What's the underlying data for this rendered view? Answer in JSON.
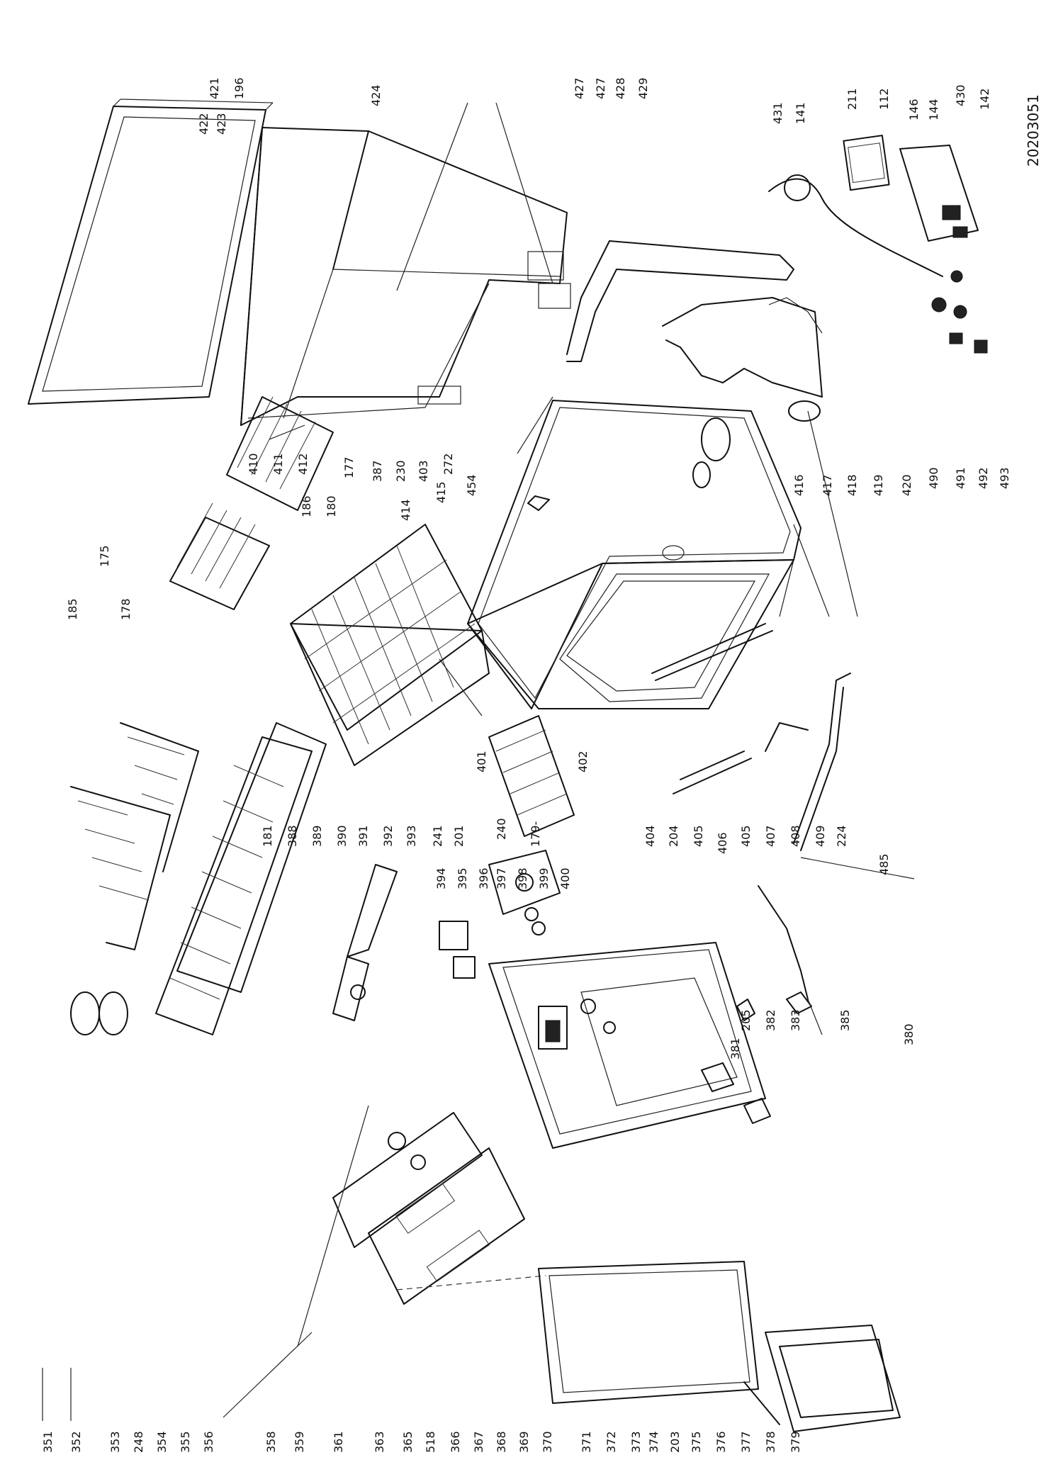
{
  "document_number": "20203051",
  "part_numbers": {
    "p351": "351",
    "p352": "352",
    "p353": "353",
    "p248": "248",
    "p354": "354",
    "p355": "355",
    "p356": "356",
    "p358": "358",
    "p359": "359",
    "p361": "361",
    "p363": "363",
    "p365": "365",
    "p518": "518",
    "p366": "366",
    "p367": "367",
    "p368": "368",
    "p369": "369",
    "p370": "370",
    "p371": "371",
    "p372": "372",
    "p373": "373",
    "p374": "374",
    "p203": "203",
    "p375": "375",
    "p376": "376",
    "p377": "377",
    "p378": "378",
    "p379": "379",
    "p380": "380",
    "p381": "381",
    "p382": "382",
    "p383": "383",
    "p385": "385",
    "p205": "205",
    "p181": "181",
    "p388": "388",
    "p389": "389",
    "p390": "390",
    "p391": "391",
    "p392": "392",
    "p393": "393",
    "p241": "241",
    "p394": "394",
    "p395": "395",
    "p396": "396",
    "p397": "397",
    "p398": "398",
    "p399": "399",
    "p400": "400",
    "p201": "201",
    "p240": "240",
    "p179": "179-",
    "p401": "401",
    "p402": "402",
    "p404": "404",
    "p204": "204",
    "p405a": "405",
    "p406": "406",
    "p405b": "405",
    "p407": "407",
    "p408": "408",
    "p409": "409",
    "p224": "224",
    "p485": "485",
    "p185": "185",
    "p178a": "178",
    "p175": "175",
    "p186": "186",
    "p180": "180",
    "p177": "177",
    "p414": "414",
    "p415": "415",
    "p410": "410",
    "p411": "411",
    "p412": "412",
    "p387": "387",
    "p230": "230",
    "p403": "403",
    "p272": "272",
    "p454": "454",
    "p416": "416",
    "p417": "417",
    "p418": "418",
    "p419": "419",
    "p420": "420",
    "p490": "490",
    "p491": "491",
    "p492": "492",
    "p493": "493",
    "p421": "421",
    "p422": "422",
    "p423": "423",
    "p196": "196",
    "p424": "424",
    "p427a": "427",
    "p427b": "427",
    "p428": "428",
    "p429": "429",
    "p431": "431",
    "p141": "141",
    "p211": "211",
    "p112": "112",
    "p146": "146",
    "p144": "144",
    "p430": "430",
    "p142": "142"
  }
}
